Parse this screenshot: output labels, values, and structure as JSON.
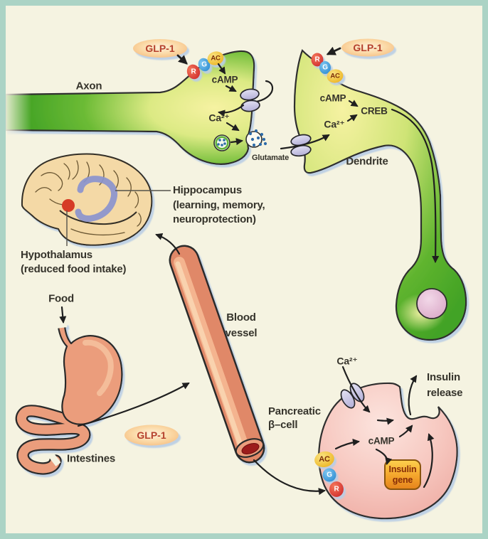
{
  "colors": {
    "background": "#f5f3e1",
    "border_teal": "#abd3c5",
    "neuron_green": "#5cb42e",
    "neuron_yellow_core": "#f6f2a2",
    "beta_cell_pink": "#f6c9c1",
    "salmon_organ": "#eb9d7b",
    "receptor_red": "#d02c2c",
    "g_protein_blue": "#2f8ed2",
    "adenylyl_cyclase_yellow": "#ecb31d",
    "glp1_oval_fill": "#fbdaa8",
    "glp1_text": "#b5402c",
    "channel_lavender": "#cac7e8",
    "insulin_gene_orange": "#f5a82e",
    "vessel_lumen_red": "#9c1b1b",
    "hippocampus_blue": "#8a94ce",
    "hypothalamus_red": "#d63b26",
    "brain_tan": "#f4d9a6",
    "arrow_black": "#1f1f1f"
  },
  "neuron": {
    "axon_label": "Axon",
    "dendrite_label": "Dendrite",
    "presynaptic": {
      "glp1": "GLP-1",
      "receptor": "R",
      "g_protein": "G",
      "adenylyl_cyclase": "AC",
      "camp": "cAMP",
      "calcium": "Ca²⁺",
      "glutamate": "Glutamate"
    },
    "postsynaptic": {
      "glp1": "GLP-1",
      "receptor": "R",
      "g_protein": "G",
      "adenylyl_cyclase": "AC",
      "camp": "cAMP",
      "creb": "CREB",
      "calcium": "Ca²⁺"
    }
  },
  "brain": {
    "hippocampus": {
      "line1": "Hippocampus",
      "line2": "(learning, memory,",
      "line3": "neuroprotection)"
    },
    "hypothalamus": {
      "line1": "Hypothalamus",
      "line2": "(reduced food intake)"
    }
  },
  "digestive": {
    "food": "Food",
    "intestines": "Intestines",
    "glp1": "GLP-1"
  },
  "vessel": {
    "line1": "Blood",
    "line2": "vessel"
  },
  "pancreas": {
    "label": {
      "line1": "Pancreatic",
      "line2": "β–cell"
    },
    "calcium": "Ca²⁺",
    "insulin_release": {
      "line1": "Insulin",
      "line2": "release"
    },
    "camp": "cAMP",
    "insulin_gene": {
      "line1": "Insulin",
      "line2": "gene"
    },
    "adenylyl_cyclase": "AC",
    "g_protein": "G",
    "receptor": "R"
  }
}
